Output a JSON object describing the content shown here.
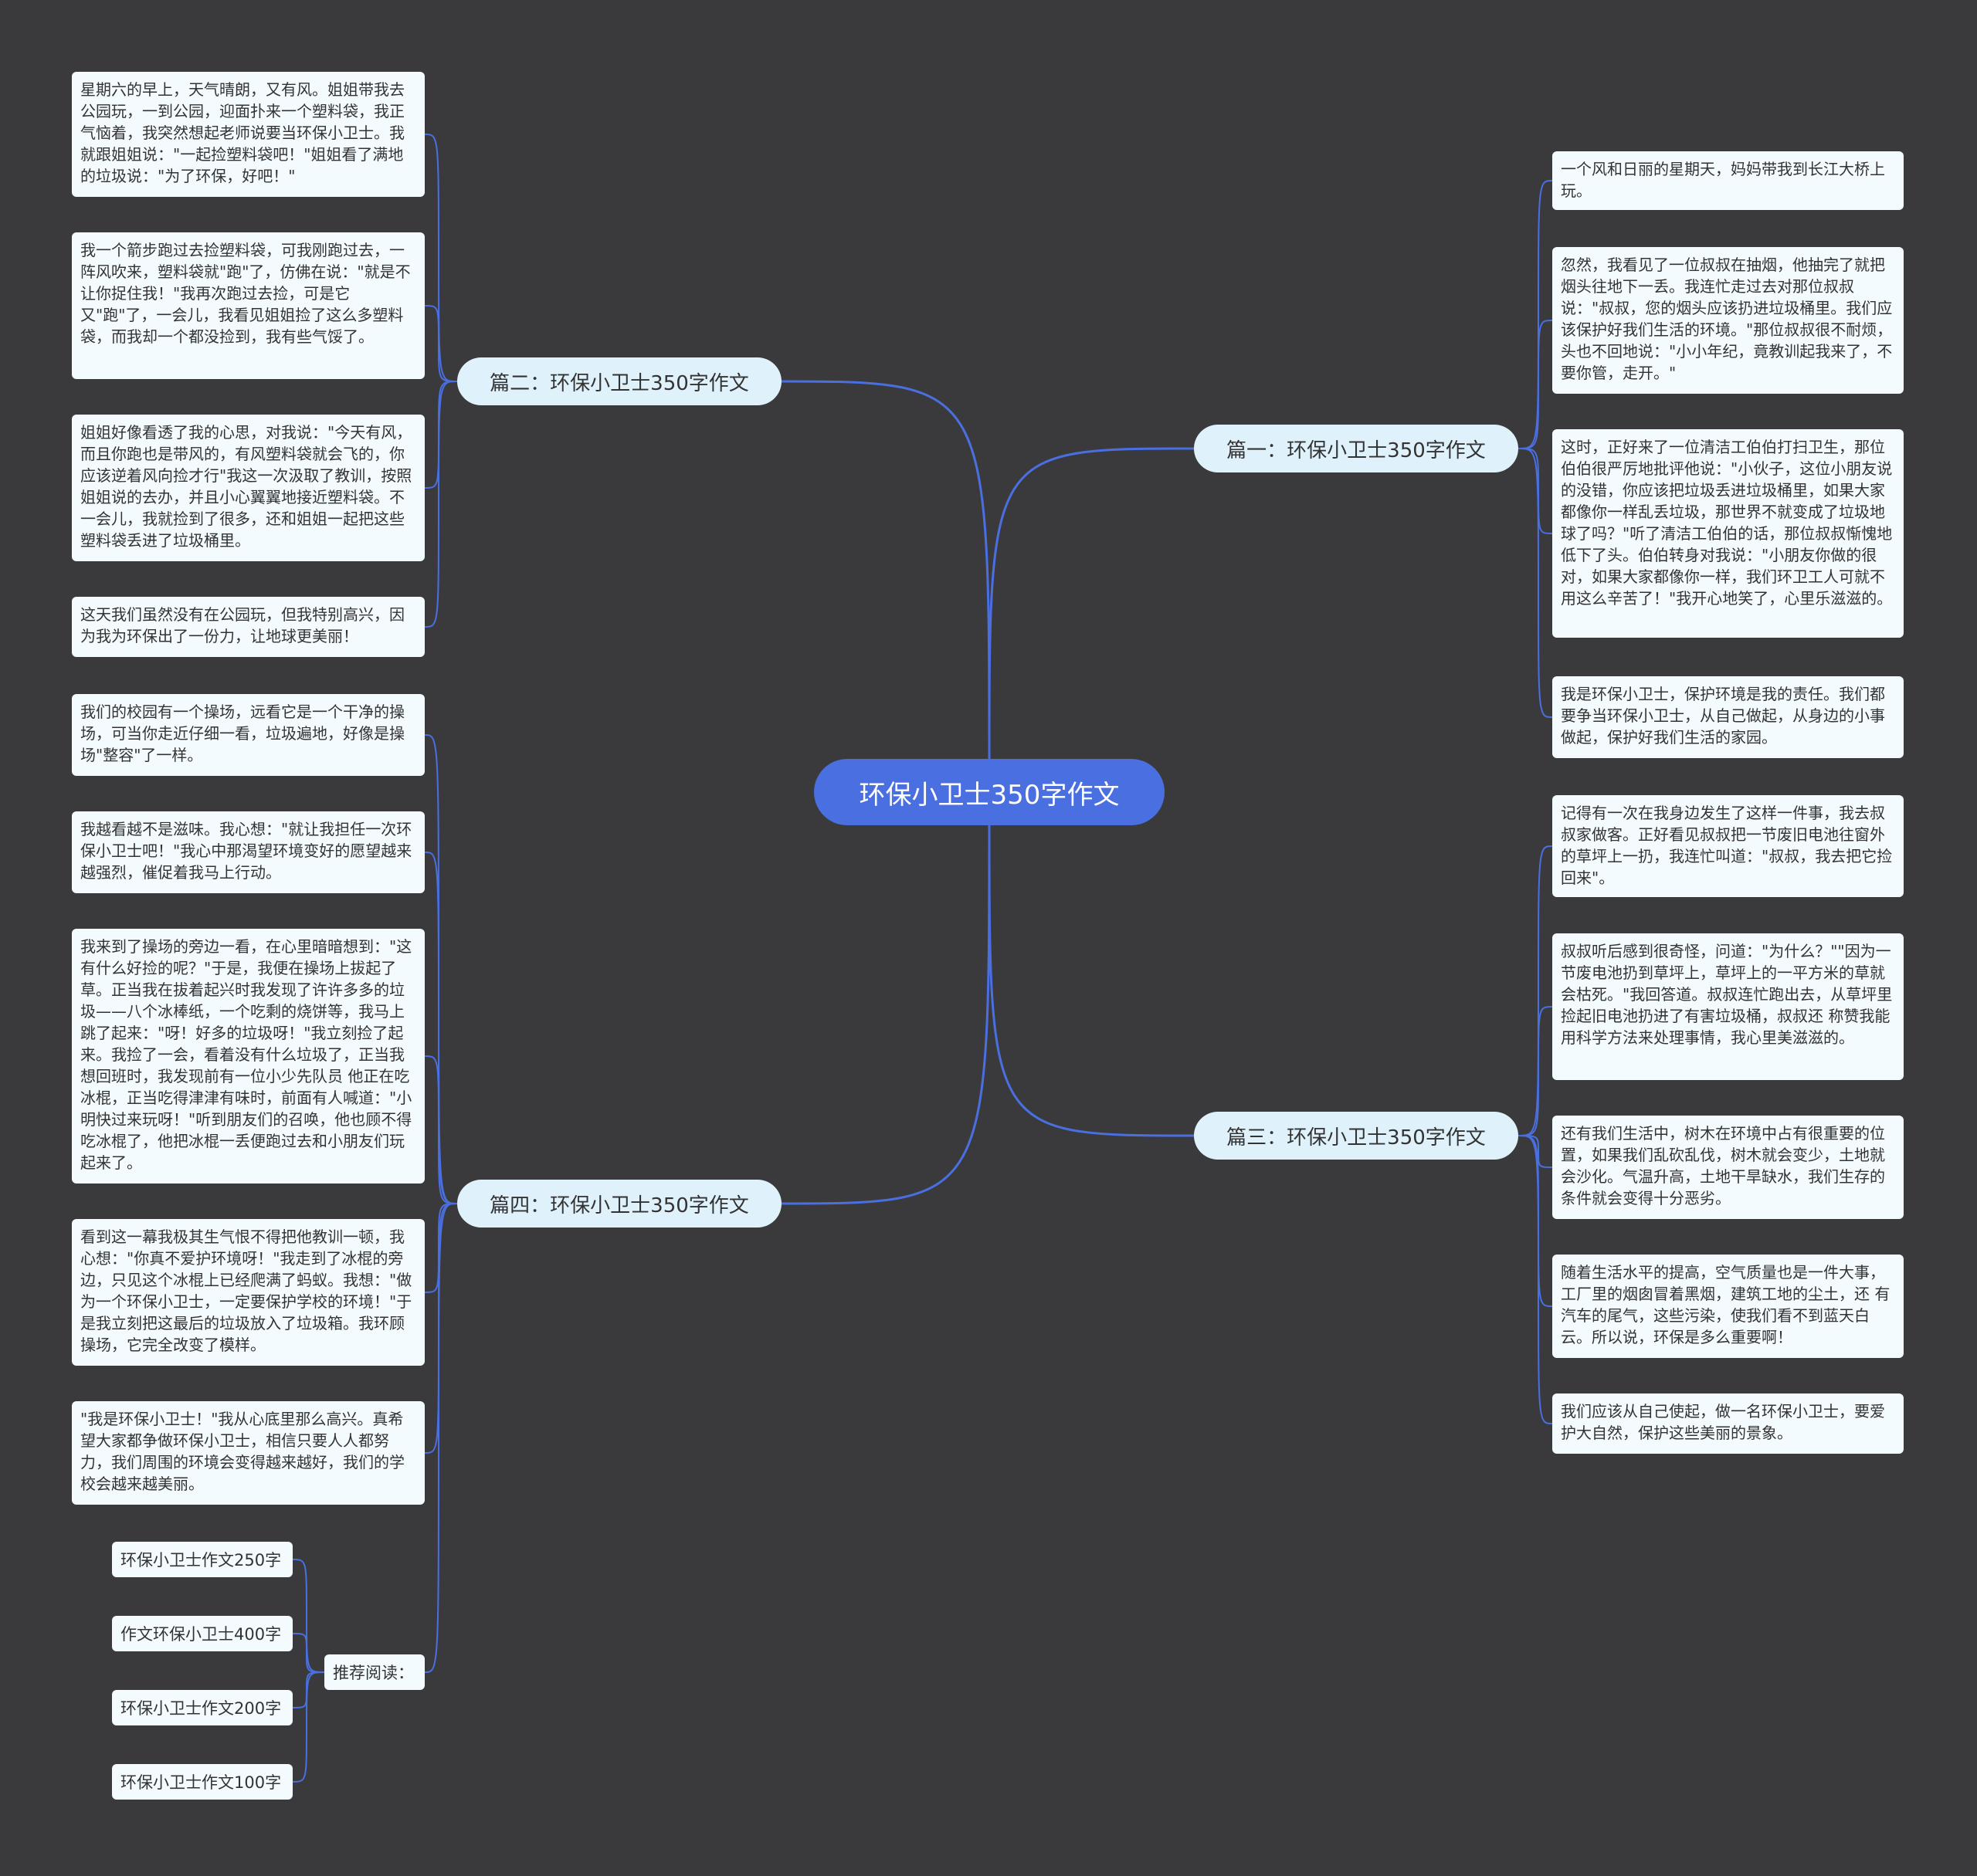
{
  "center": "环保小卫士350字作文",
  "branches": {
    "p1": {
      "title": "篇一：环保小卫士350字作文",
      "items": [
        "一个风和日丽的星期天，妈妈带我到长江大桥上玩。",
        "忽然，我看见了一位叔叔在抽烟，他抽完了就把烟头往地下一丢。我连忙走过去对那位叔叔说：\"叔叔，您的烟头应该扔进垃圾桶里。我们应该保护好我们生活的环境。\"那位叔叔很不耐烦，头也不回地说：\"小小年纪，竟教训起我来了，不要你管，走开。\"",
        "这时，正好来了一位清洁工伯伯打扫卫生，那位伯伯很严厉地批评他说：\"小伙子，这位小朋友说的没错，你应该把垃圾丢进垃圾桶里，如果大家都像你一样乱丢垃圾，那世界不就变成了垃圾地球了吗？\"听了清洁工伯伯的话，那位叔叔惭愧地低下了头。伯伯转身对我说：\"小朋友你做的很对，如果大家都像你一样，我们环卫工人可就不用这么辛苦了！\"我开心地笑了，心里乐滋滋的。",
        "我是环保小卫士，保护环境是我的责任。我们都要争当环保小卫士，从自己做起，从身边的小事做起，保护好我们生活的家园。"
      ]
    },
    "p2": {
      "title": "篇二：环保小卫士350字作文",
      "items": [
        "星期六的早上，天气晴朗，又有风。姐姐带我去公园玩，一到公园，迎面扑来一个塑料袋，我正气恼着，我突然想起老师说要当环保小卫士。我就跟姐姐说：\"一起捡塑料袋吧！\"姐姐看了满地的垃圾说：\"为了环保，好吧！\"",
        "我一个箭步跑过去捡塑料袋，可我刚跑过去，一阵风吹来，塑料袋就\"跑\"了，仿佛在说：\"就是不让你捉住我！\"我再次跑过去捡，可是它又\"跑\"了，一会儿，我看见姐姐捡了这么多塑料袋，而我却一个都没捡到，我有些气馁了。",
        "姐姐好像看透了我的心思，对我说：\"今天有风，而且你跑也是带风的，有风塑料袋就会飞的，你应该逆着风向捡才行\"我这一次汲取了教训，按照姐姐说的去办，并且小心翼翼地接近塑料袋。不一会儿，我就捡到了很多，还和姐姐一起把这些塑料袋丢进了垃圾桶里。",
        "这天我们虽然没有在公园玩，但我特别高兴，因为我为环保出了一份力，让地球更美丽！"
      ]
    },
    "p3": {
      "title": "篇三：环保小卫士350字作文",
      "items": [
        "记得有一次在我身边发生了这样一件事，我去叔叔家做客。正好看见叔叔把一节废旧电池往窗外的草坪上一扔，我连忙叫道：\"叔叔，我去把它捡回来\"。",
        "叔叔听后感到很奇怪，问道：\"为什么？\"\"因为一节废电池扔到草坪上，草坪上的一平方米的草就会枯死。\"我回答道。叔叔连忙跑出去，从草坪里捡起旧电池扔进了有害垃圾桶，叔叔还 称赞我能用科学方法来处理事情，我心里美滋滋的。",
        "还有我们生活中，树木在环境中占有很重要的位置，如果我们乱砍乱伐，树木就会变少，土地就会沙化。气温升高，土地干旱缺水，我们生存的条件就会变得十分恶劣。",
        "随着生活水平的提高，空气质量也是一件大事，工厂里的烟囱冒着黑烟，建筑工地的尘土，还 有汽车的尾气，这些污染，使我们看不到蓝天白云。所以说，环保是多么重要啊！",
        "我们应该从自己使起，做一名环保小卫士，要爱护大自然，保护这些美丽的景象。"
      ]
    },
    "p4": {
      "title": "篇四：环保小卫士350字作文",
      "items": [
        "我们的校园有一个操场，远看它是一个干净的操场，可当你走近仔细一看，垃圾遍地，好像是操场\"整容\"了一样。",
        "我越看越不是滋味。我心想：\"就让我担任一次环保小卫士吧！\"我心中那渴望环境变好的愿望越来越强烈，催促着我马上行动。",
        "我来到了操场的旁边一看，在心里暗暗想到：\"这有什么好捡的呢？\"于是，我便在操场上拔起了草。正当我在拔着起兴时我发现了许许多多的垃圾——八个冰棒纸，一个吃剩的烧饼等，我马上跳了起来：\"呀！好多的垃圾呀！\"我立刻捡了起来。我捡了一会，看着没有什么垃圾了，正当我想回班时，我发现前有一位小少先队员 他正在吃冰棍，正当吃得津津有味时，前面有人喊道：\"小明快过来玩呀！\"听到朋友们的召唤，他也顾不得吃冰棍了，他把冰棍一丢便跑过去和小朋友们玩起来了。",
        "看到这一幕我极其生气恨不得把他教训一顿，我心想：\"你真不爱护环境呀！\"我走到了冰棍的旁边，只见这个冰棍上已经爬满了蚂蚁。我想：\"做为一个环保小卫士，一定要保护学校的环境！\"于是我立刻把这最后的垃圾放入了垃圾箱。我环顾操场，它完全改变了模样。",
        "\"我是环保小卫士！\"我从心底里那么高兴。真希望大家都争做环保小卫士，相信只要人人都努力，我们周围的环境会变得越来越好，我们的学校会越来越美丽。"
      ],
      "recommend": {
        "label": "推荐阅读：",
        "links": [
          "环保小卫士作文250字",
          "作文环保小卫士400字",
          "环保小卫士作文200字",
          "环保小卫士作文100字"
        ]
      }
    }
  },
  "colors": {
    "background": "#3a3a3d",
    "center": "#4a6fe0",
    "branch": "#dff1fb",
    "leaf": "#f3fbff",
    "line": "#4a6fe0"
  }
}
